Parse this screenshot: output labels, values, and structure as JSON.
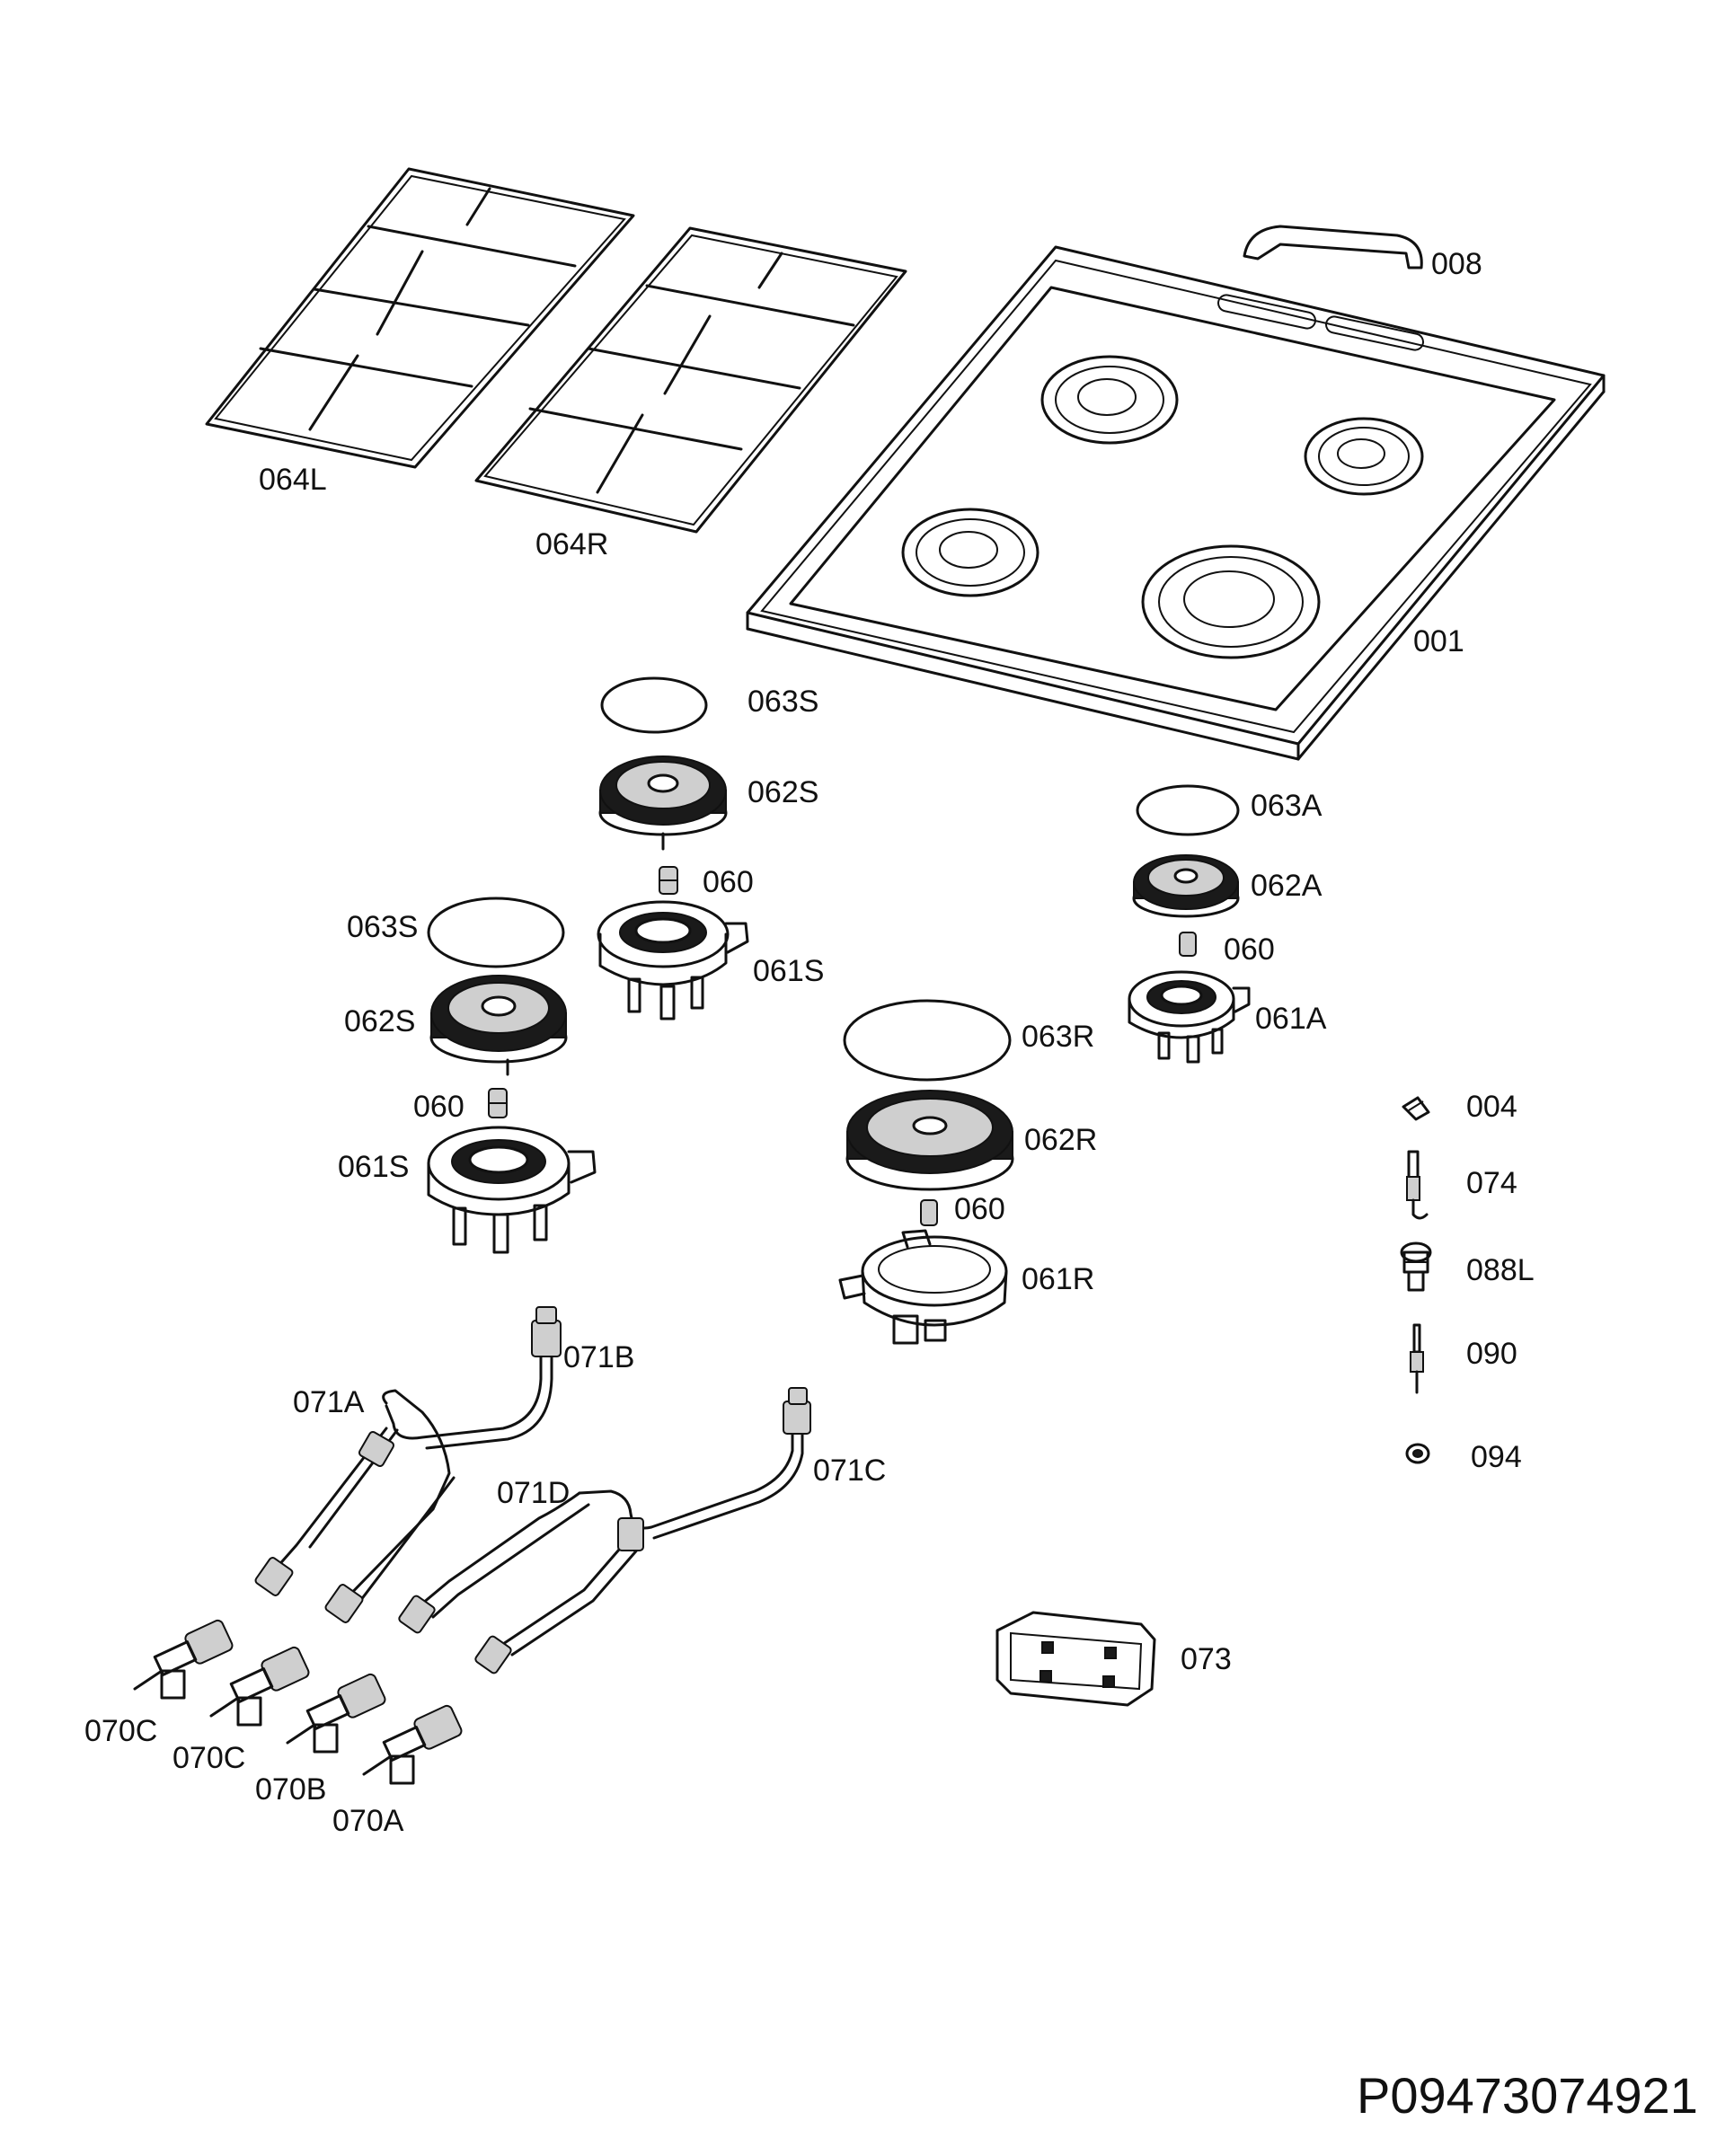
{
  "labels": {
    "p008": "008",
    "p064L": "064L",
    "p064R": "064R",
    "p001": "001",
    "p063S_a": "063S",
    "p062S_a": "062S",
    "p060_a": "060",
    "p061S_a": "061S",
    "p063A": "063A",
    "p062A": "062A",
    "p060_b": "060",
    "p061A": "061A",
    "p063S_b": "063S",
    "p062S_b": "062S",
    "p060_c": "060",
    "p061S_b": "061S",
    "p063R": "063R",
    "p062R": "062R",
    "p060_d": "060",
    "p061R": "061R",
    "p004": "004",
    "p074": "074",
    "p088L": "088L",
    "p090": "090",
    "p094": "094",
    "p071B": "071B",
    "p071A": "071A",
    "p071D": "071D",
    "p071C": "071C",
    "p073": "073",
    "p070C_a": "070C",
    "p070C_b": "070C",
    "p070B": "070B",
    "p070A": "070A"
  },
  "document_id": "P09473074921",
  "colors": {
    "line": "#111111",
    "background": "#ffffff"
  }
}
